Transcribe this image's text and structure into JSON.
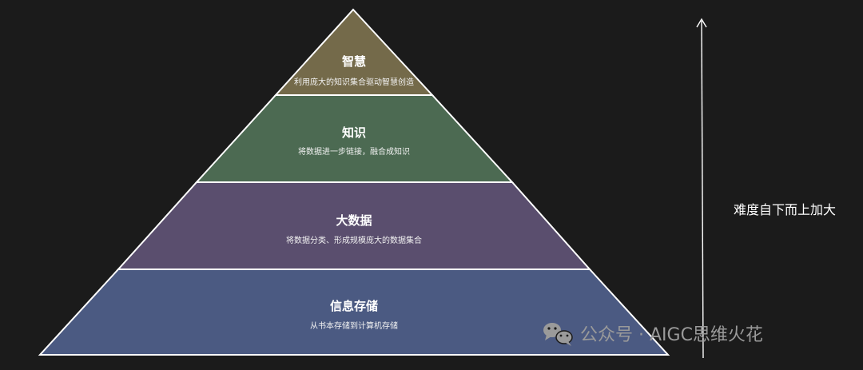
{
  "colors": {
    "background": "#1b1b1b",
    "outline": "#ffffff",
    "layer_wisdom": "#746a4a",
    "layer_knowledge": "#4c6a52",
    "layer_bigdata": "#5a4e6e",
    "layer_storage": "#4b5a82",
    "watermark": "#9a9a9a"
  },
  "layers": [
    {
      "title": "智慧",
      "desc": "利用庞大的知识集合驱动智慧创造"
    },
    {
      "title": "知识",
      "desc": "将数据进一步链接，融合成知识"
    },
    {
      "title": "大数据",
      "desc": "将数据分类、形成规模庞大的数据集合"
    },
    {
      "title": "信息存储",
      "desc": "从书本存储到计算机存储"
    }
  ],
  "side_label": "难度自下而上加大",
  "watermark": {
    "icon": "wechat-icon",
    "text": "公众号 · AIGC思维火花"
  }
}
